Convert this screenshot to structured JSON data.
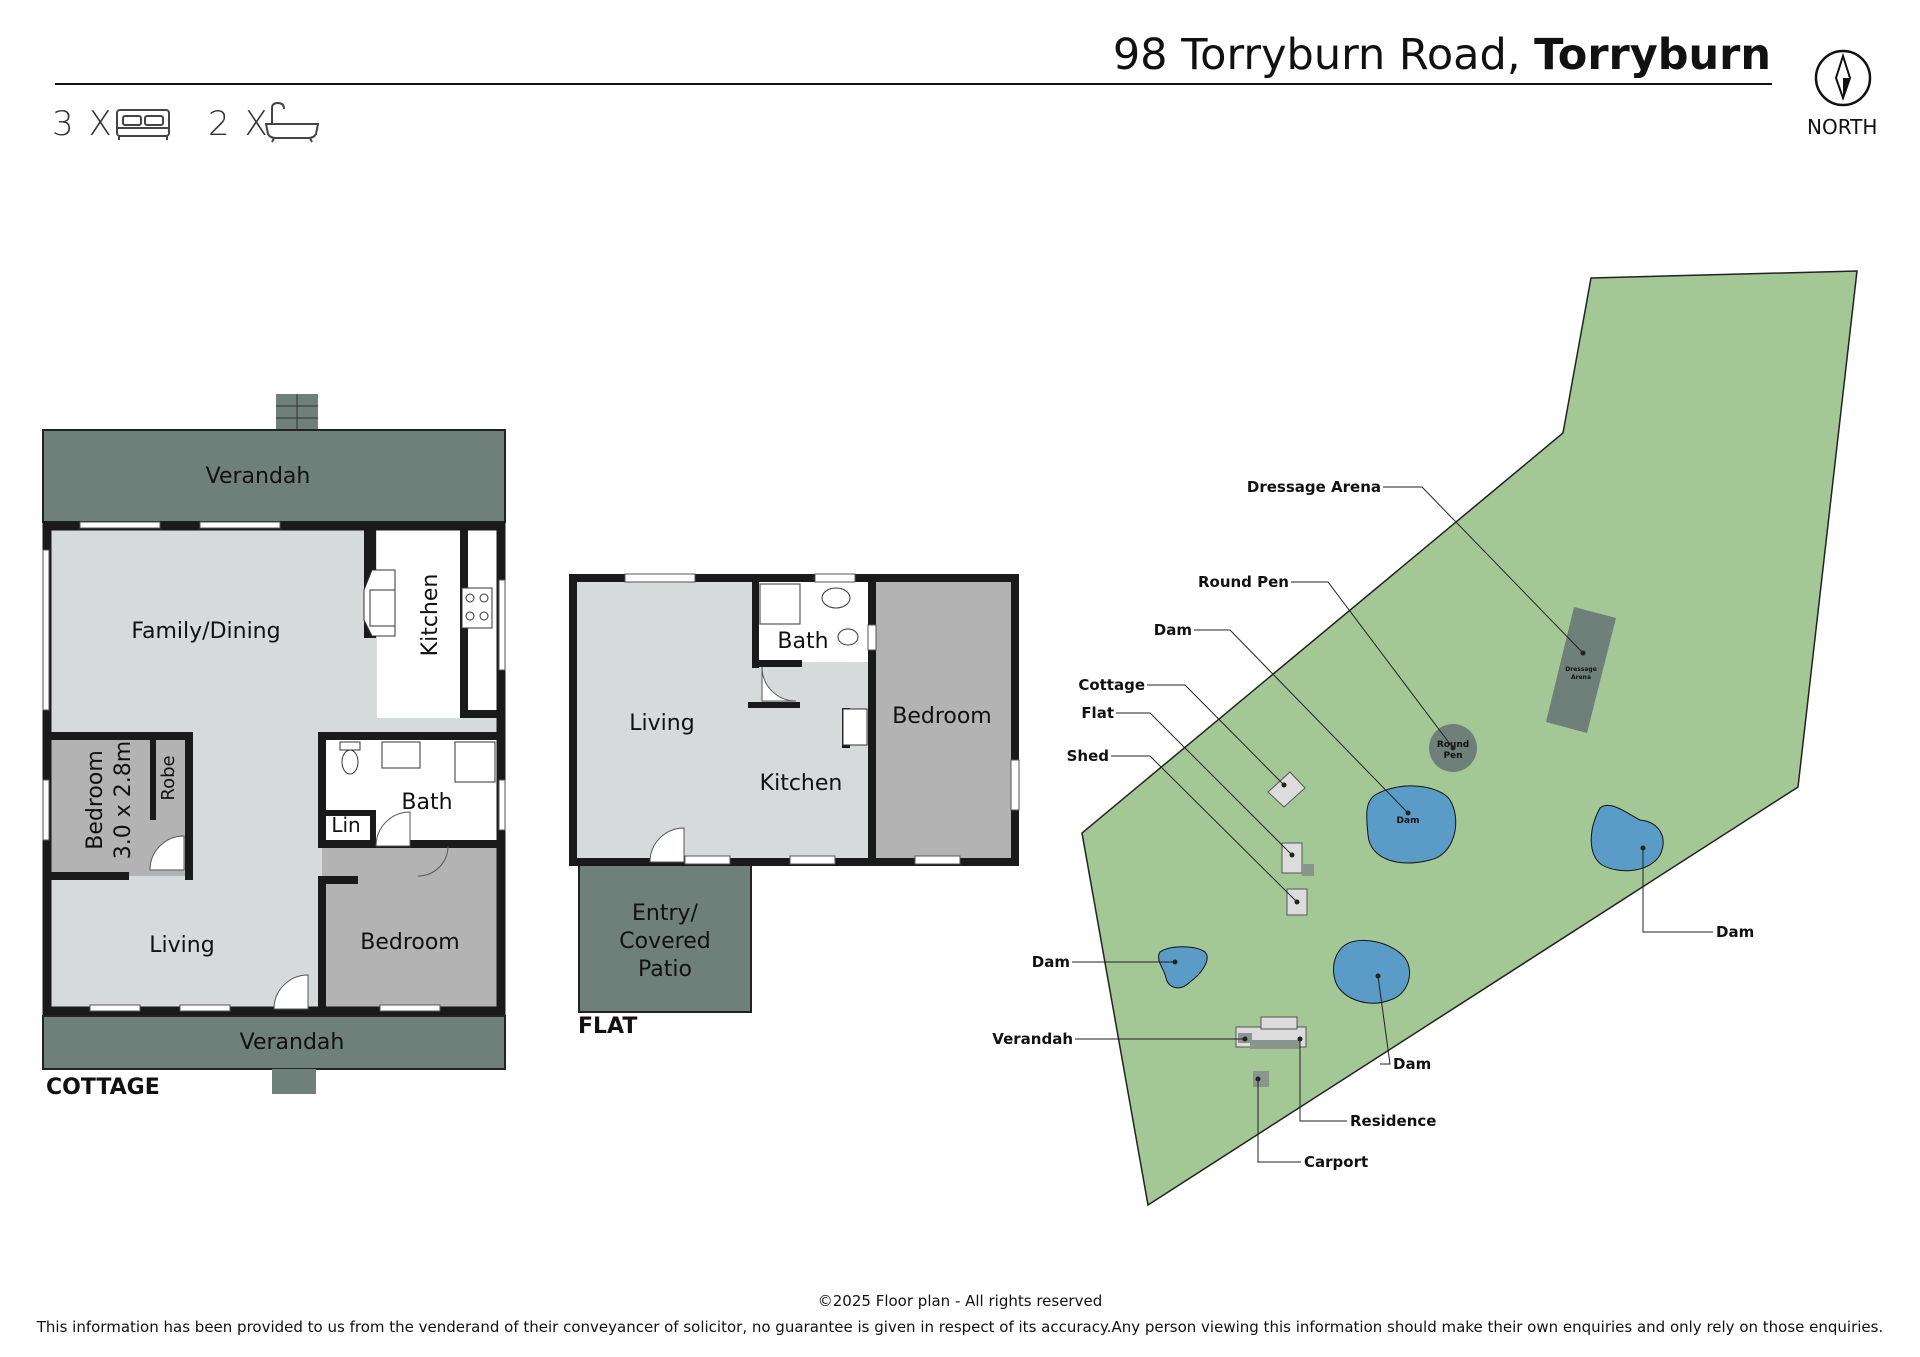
{
  "header": {
    "street": "98 Torryburn Road,",
    "suburb": "Torryburn",
    "bed_count": "3 X",
    "bath_count": "2 X",
    "north_label": "NORTH"
  },
  "cottage": {
    "label": "COTTAGE",
    "rooms": {
      "verandah_top": "Verandah",
      "family_dining": "Family/Dining",
      "kitchen": "Kitchen",
      "bedroom_left": "Bedroom",
      "bedroom_left_size": "3.0 x 2.8m",
      "robe": "Robe",
      "bath": "Bath",
      "lin": "Lin",
      "living": "Living",
      "bedroom_right": "Bedroom",
      "verandah_bottom": "Verandah"
    }
  },
  "flat": {
    "label": "FLAT",
    "rooms": {
      "living": "Living",
      "bath": "Bath",
      "kitchen": "Kitchen",
      "bedroom": "Bedroom",
      "entry_line1": "Entry/",
      "entry_line2": "Covered",
      "entry_line3": "Patio"
    }
  },
  "site": {
    "labels": {
      "dressage_arena": "Dressage Arena",
      "round_pen": "Round Pen",
      "dam_a": "Dam",
      "cottage": "Cottage",
      "flat": "Flat",
      "shed": "Shed",
      "dam_b": "Dam",
      "verandah": "Verandah",
      "dam_c": "Dam",
      "dam_d": "Dam",
      "residence": "Residence",
      "carport": "Carport"
    },
    "inner": {
      "dressage_line1": "Dressage",
      "dressage_line2": "Arena",
      "round_line1": "Round",
      "round_line2": "Pen",
      "dam": "Dam"
    },
    "colors": {
      "land": "#a3c795",
      "water": "#5b9bc8",
      "structure": "#6f7f7a",
      "room_grey": "#b3b3b3",
      "wall": "#1a1a1a",
      "floor": "#d6dada",
      "verandah": "#6f7f7a"
    }
  },
  "footer": {
    "copyright": "©2025 Floor plan  - All rights reserved",
    "disclaimer": "This information has been provided to us from the venderand of their conveyancer of solicitor, no guarantee is given in respect of its accuracy.Any person viewing this information should make their own enquiries and only rely on those enquiries."
  }
}
